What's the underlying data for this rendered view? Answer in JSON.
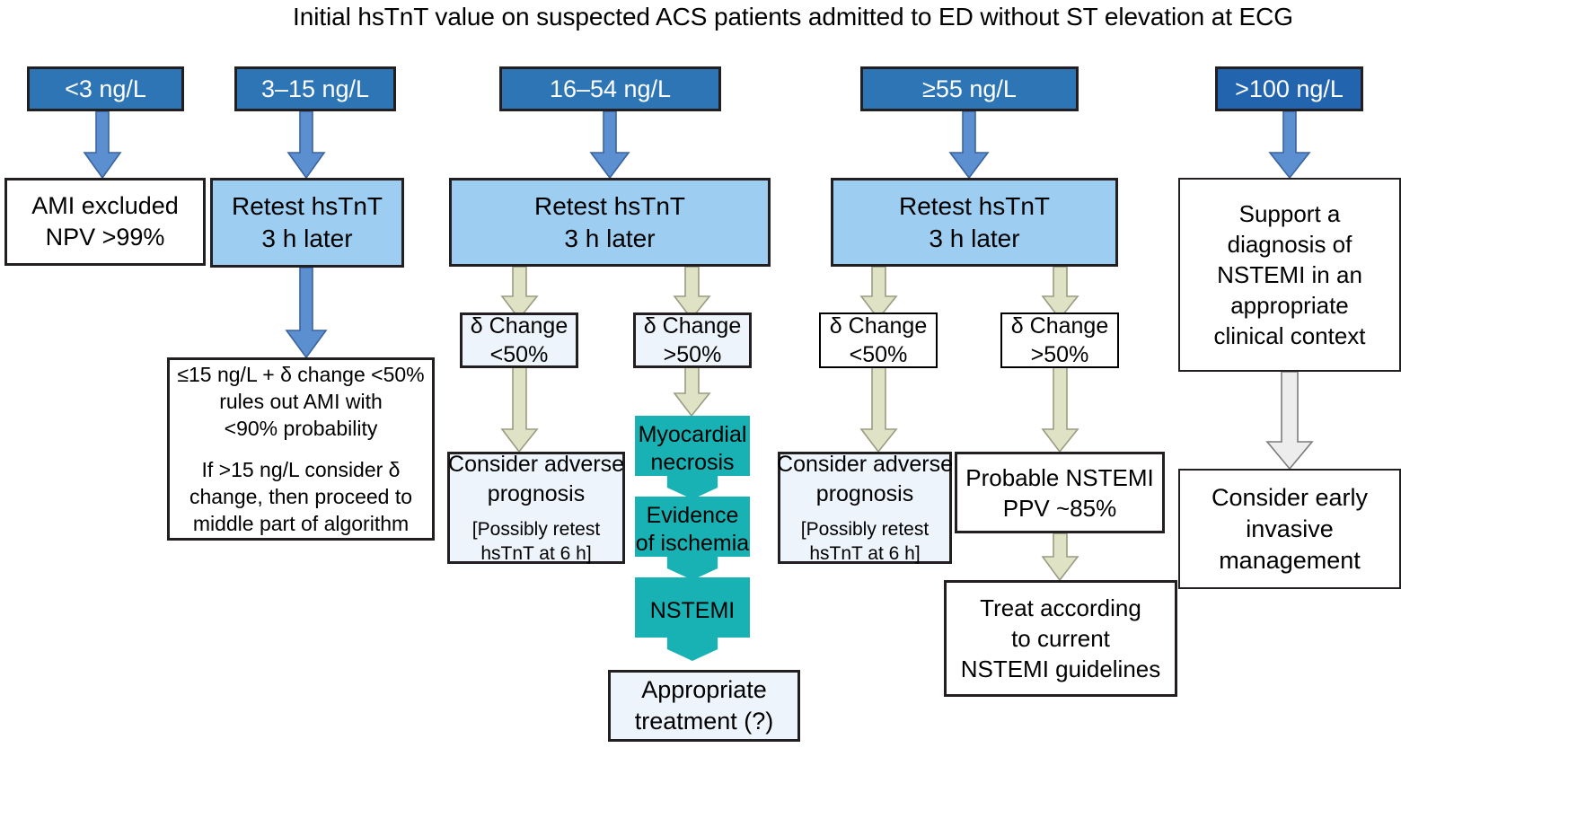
{
  "title": "Initial hsTnT value on suspected ACS patients admitted to ED without ST elevation at ECG",
  "colors": {
    "level_blue": "#2e75b6",
    "level_blue_deep": "#2264ae",
    "retest_blue": "#9dcdf0",
    "teal": "#18b2b5",
    "tint": "#eef4fb",
    "arrow_blue": "#5b8fd0",
    "arrow_khaki": "#dfe2c4",
    "arrow_grey": "#e8e8e8",
    "outline": "#231f20"
  },
  "levels": [
    {
      "label": "<3 ng/L"
    },
    {
      "label": "3–15 ng/L"
    },
    {
      "label": "16–54 ng/L"
    },
    {
      "label": "≥55 ng/L"
    },
    {
      "label": ">100 ng/L"
    }
  ],
  "col1": {
    "outcome": {
      "line1": "AMI excluded",
      "line2": "NPV >99%"
    }
  },
  "col2": {
    "retest": {
      "line1": "Retest hsTnT",
      "line2": "3 h later"
    },
    "note": {
      "line1": "≤15 ng/L + δ change <50%",
      "line2": "rules out AMI with",
      "line3": "<90% probability",
      "line4": "If >15 ng/L consider δ",
      "line5": "change, then proceed to",
      "line6": "middle part of algorithm"
    }
  },
  "col3": {
    "retest": {
      "line1": "Retest hsTnT",
      "line2": "3 h later"
    },
    "delta_low": {
      "line1": "δ Change",
      "line2": "<50%"
    },
    "delta_high": {
      "line1": "δ Change",
      "line2": ">50%"
    },
    "adverse": {
      "line1": "Consider adverse",
      "line2": "prognosis",
      "line3": "[Possibly retest",
      "line4": "hsTnT at 6 h]"
    },
    "chain": [
      {
        "line1": "Myocardial",
        "line2": "necrosis"
      },
      {
        "line1": "Evidence",
        "line2": "of ischemia"
      },
      {
        "line1": "NSTEMI",
        "line2": ""
      }
    ],
    "treatment": {
      "line1": "Appropriate",
      "line2": "treatment (?)"
    }
  },
  "col4": {
    "retest": {
      "line1": "Retest hsTnT",
      "line2": "3 h later"
    },
    "delta_low": {
      "line1": "δ Change",
      "line2": "<50%"
    },
    "delta_high": {
      "line1": "δ Change",
      "line2": ">50%"
    },
    "adverse": {
      "line1": "Consider adverse",
      "line2": "prognosis",
      "line3": "[Possibly retest",
      "line4": "hsTnT at 6 h]"
    },
    "probable": {
      "line1": "Probable NSTEMI",
      "line2": "PPV ~85%"
    },
    "treat": {
      "line1": "Treat according",
      "line2": "to current",
      "line3": "NSTEMI guidelines"
    }
  },
  "col5": {
    "support": {
      "line1": "Support a",
      "line2": "diagnosis of",
      "line3": "NSTEMI in an",
      "line4": "appropriate",
      "line5": "clinical context"
    },
    "invasive": {
      "line1": "Consider early",
      "line2": "invasive",
      "line3": "management"
    }
  }
}
